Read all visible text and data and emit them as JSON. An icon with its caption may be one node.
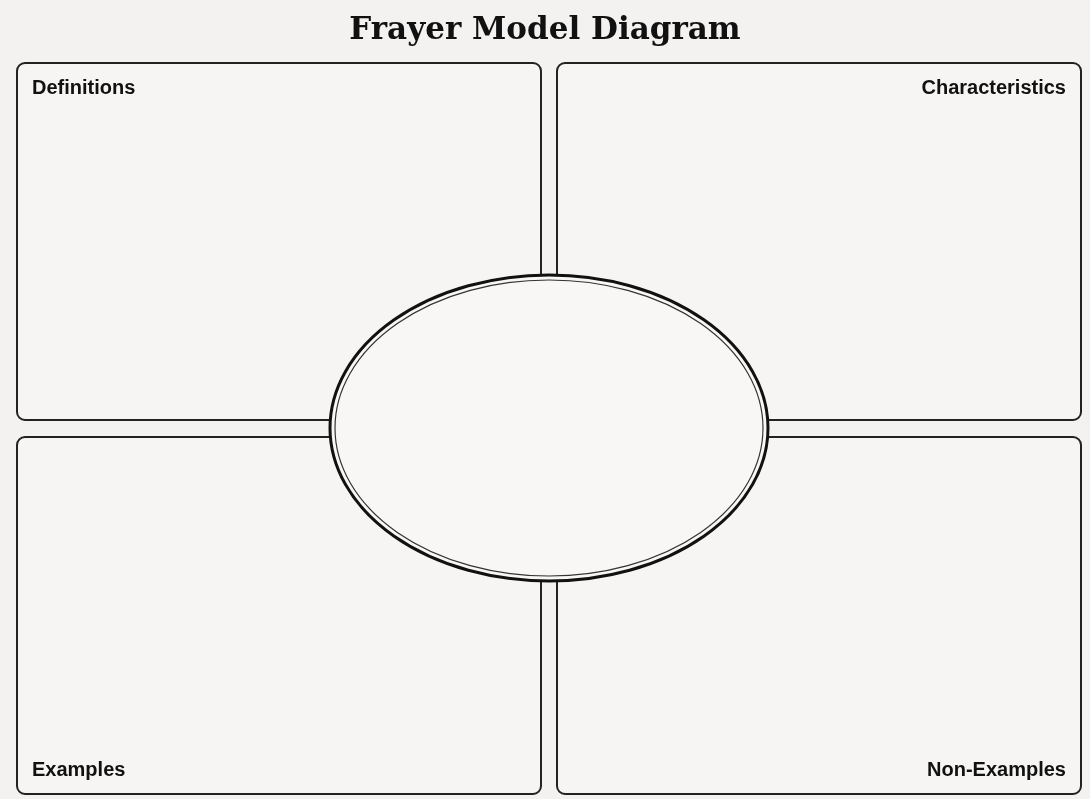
{
  "diagram": {
    "title": "Frayer Model Diagram",
    "nodes": [
      {
        "text": [
          "Definitions"
        ]
      },
      {
        "text": [
          "Characteristics"
        ]
      },
      {
        "text": [],
        "shape": "ellipse"
      },
      {
        "text": [
          "Examples"
        ]
      },
      {
        "text": [
          "Non-Examples"
        ]
      }
    ]
  }
}
